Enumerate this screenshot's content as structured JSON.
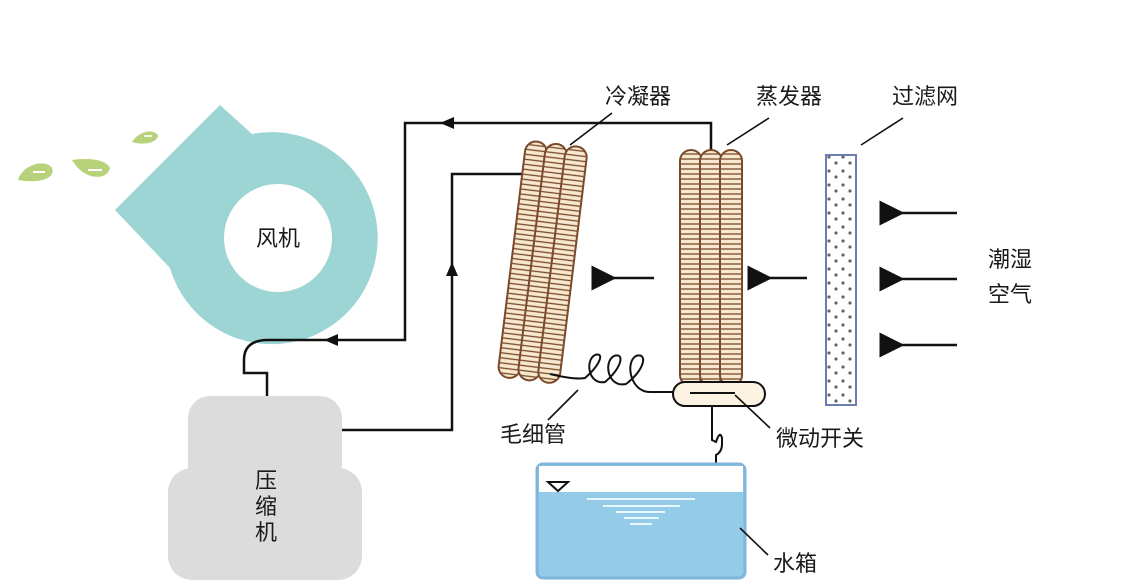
{
  "title": "除湿机工作原理示意图",
  "colors": {
    "fan": "#9dd4d4",
    "compressor": "#dcdcdc",
    "coil_fill": "#f7e8cf",
    "coil_stroke": "#7a4a2a",
    "water": "#93cbe8",
    "water_border": "#7fb6d9",
    "filter_border": "#6e7db0",
    "leaf": "#b7d27a",
    "pipe": "#111111"
  },
  "components": {
    "fan": {
      "label": "风机"
    },
    "compressor": {
      "label_lines": [
        "压",
        "缩",
        "机"
      ]
    },
    "condenser": {
      "label": "冷凝器"
    },
    "evaporator": {
      "label": "蒸发器"
    },
    "filter": {
      "label": "过滤网"
    },
    "capillary": {
      "label": "毛细管"
    },
    "microswitch": {
      "label": "微动开关"
    },
    "water_tank": {
      "label": "水箱"
    },
    "humid_air": {
      "label_lines": [
        "潮湿",
        "空气"
      ]
    }
  },
  "flow": {
    "refrigerant": [
      "压缩机",
      "冷凝器",
      "毛细管",
      "蒸发器",
      "压缩机"
    ],
    "air": [
      "潮湿空气",
      "过滤网",
      "蒸发器",
      "冷凝器",
      "风机"
    ]
  }
}
